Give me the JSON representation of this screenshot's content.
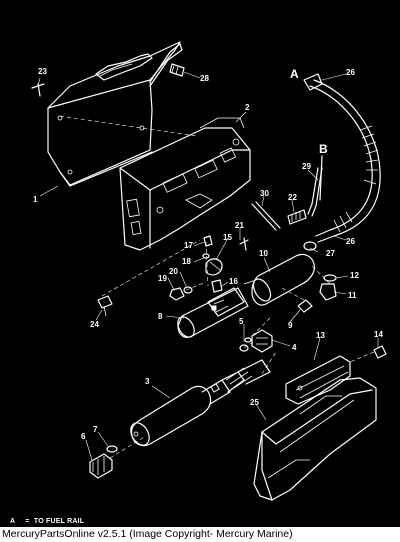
{
  "callouts": {
    "n1": "1",
    "n2": "2",
    "n3": "3",
    "n4": "4",
    "n5": "5",
    "n6": "6",
    "n7": "7",
    "n8": "8",
    "n9": "9",
    "n10": "10",
    "n11": "11",
    "n12": "12",
    "n13": "13",
    "n14": "14",
    "n15": "15",
    "n16": "16",
    "n17": "17",
    "n18": "18",
    "n19": "19",
    "n20": "20",
    "n21": "21",
    "n22": "22",
    "n23": "23",
    "n24": "24",
    "n25": "25",
    "n26a": "26",
    "n26b": "26",
    "n27": "27",
    "n28": "28",
    "n29": "29",
    "n30": "30",
    "markA": "A",
    "markB": "B"
  },
  "legend": {
    "key": "A",
    "separator": "=",
    "text": "TO FUEL RAIL"
  },
  "caption": "MercuryPartsOnline v2.5.1 (Image Copyright- Mercury Marine)",
  "colors": {
    "background": "#000000",
    "lines": "#ffffff",
    "caption_bg": "#ffffff",
    "caption_text": "#000000"
  }
}
